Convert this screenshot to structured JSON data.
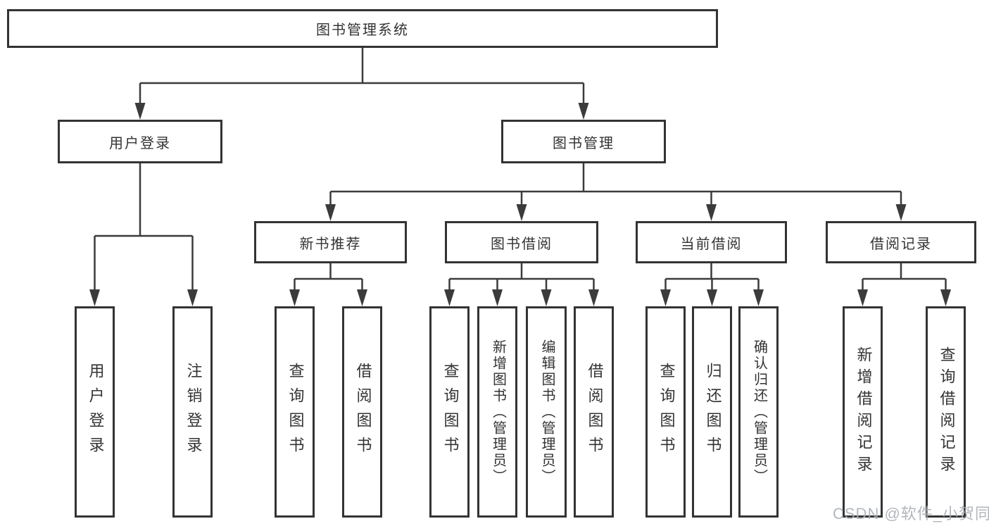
{
  "diagram_title": "图书管理系统",
  "tree": {
    "root": {
      "label": "图书管理系统"
    },
    "branches": [
      {
        "label": "用户登录",
        "children": [
          {
            "label": "用户登录"
          },
          {
            "label": "注销登录"
          }
        ]
      },
      {
        "label": "图书管理",
        "children": [
          {
            "label": "新书推荐",
            "children": [
              {
                "label": "查询图书"
              },
              {
                "label": "借阅图书"
              }
            ]
          },
          {
            "label": "图书借阅",
            "children": [
              {
                "label": "查询图书"
              },
              {
                "label": "新增图书（管理员）"
              },
              {
                "label": "编辑图书（管理员）"
              },
              {
                "label": "借阅图书"
              }
            ]
          },
          {
            "label": "当前借阅",
            "children": [
              {
                "label": "查询图书"
              },
              {
                "label": "归还图书"
              },
              {
                "label": "确认归还（管理员）"
              }
            ]
          },
          {
            "label": "借阅记录",
            "children": [
              {
                "label": "新增借阅记录"
              },
              {
                "label": "查询借阅记录"
              }
            ]
          }
        ]
      }
    ]
  },
  "watermark": "CSDN @软件_小贺同学",
  "colors": {
    "line": "#3b3b3b",
    "box_border": "#333333",
    "box_fill": "#ffffff",
    "text": "#333333",
    "watermark": "#aaafb6"
  }
}
